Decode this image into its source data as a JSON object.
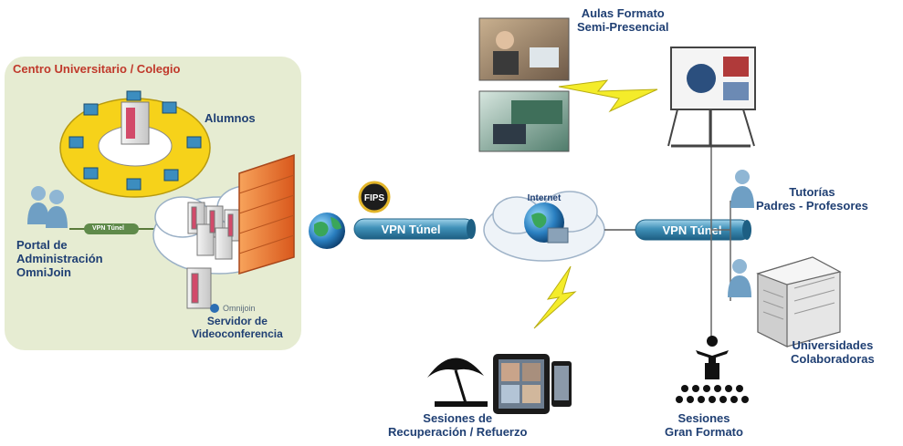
{
  "campus": {
    "title": "Centro Universitario / Colegio",
    "students_label": "Alumnos",
    "admin_line1": "Portal de",
    "admin_line2": "Administración",
    "admin_line3": "OmniJoin",
    "server_line1": "Servidor de",
    "server_line2": "Videoconferencia",
    "logo_text": "Omnijoin",
    "small_tunnel": "VPN Túnel"
  },
  "network": {
    "fips_badge": "FIPS",
    "tunnel_left": "VPN Túnel",
    "internet_label": "Internet",
    "tunnel_right": "VPN Túnel"
  },
  "nodes": {
    "classroom_line1": "Aulas Formato",
    "classroom_line2": "Semi-Presencial",
    "tutoring_line1": "Tutorías",
    "tutoring_line2": "Padres - Profesores",
    "universities_line1": "Universidades",
    "universities_line2": "Colaboradoras",
    "recovery_line1": "Sesiones de",
    "recovery_line2": "Recuperación / Refuerzo",
    "large_line1": "Sesiones",
    "large_line2": "Gran Formato"
  },
  "colors": {
    "campus_bg": "#e6ecd2",
    "title_red": "#c0392b",
    "label_blue": "#1f3f73",
    "tunnel_blue": "#3f90b8",
    "firewall": "#e8742a",
    "lightning": "#f4ec2a",
    "ring_yellow": "#f6d21a"
  }
}
